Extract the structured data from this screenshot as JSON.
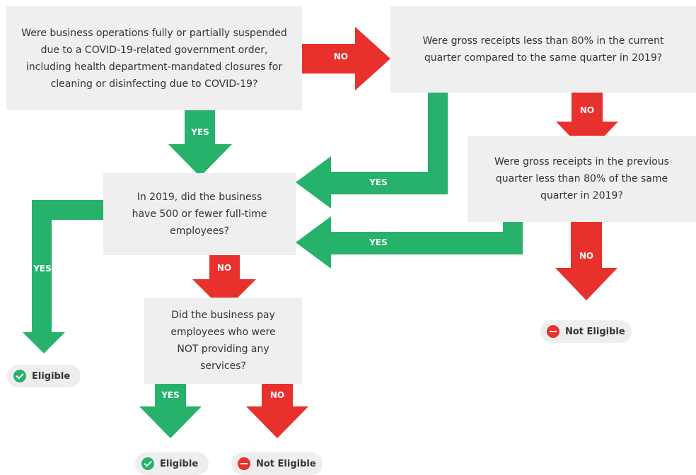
{
  "colors": {
    "yes": "#27b26b",
    "no": "#e8302c",
    "box": "#efefef",
    "text": "#333333"
  },
  "questions": {
    "q1": "Were business operations fully or partially suspended due to a COVID-19-related government order, including health department-mandated closures for cleaning or disinfecting due to COVID-19?",
    "q2": "Were gross receipts less than 80% in the current quarter compared to the same quarter in 2019?",
    "q3": "Were gross receipts in the previous quarter less than 80% of the same quarter in 2019?",
    "q4": "In 2019, did the business have 500 or fewer full-time employees?",
    "q5": "Did the business pay employees who were NOT providing any services?"
  },
  "labels": {
    "q1_no": "NO",
    "q1_yes": "YES",
    "q2_no": "NO",
    "q2_yes": "YES",
    "q3_yes": "YES",
    "q3_no": "NO",
    "q4_yes": "YES",
    "q4_no": "NO",
    "q5_yes": "YES",
    "q5_no": "NO"
  },
  "outcomes": {
    "q3_no": {
      "text": "Not Eligible",
      "icon": "minus-circle-icon"
    },
    "q4_yes": {
      "text": "Eligible",
      "icon": "check-circle-icon"
    },
    "q5_yes": {
      "text": "Eligible",
      "icon": "check-circle-icon"
    },
    "q5_no": {
      "text": "Not Eligible",
      "icon": "minus-circle-icon"
    }
  }
}
